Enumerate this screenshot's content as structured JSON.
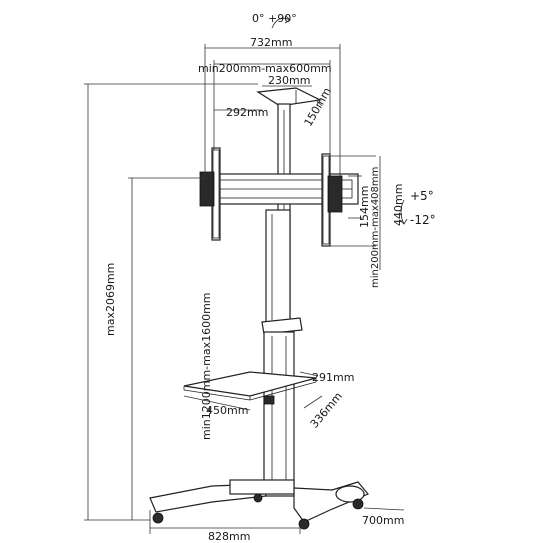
{
  "labels": {
    "swivel": "0°  +90°",
    "mount_width": "732mm",
    "vesa_horizontal": "min200mm-max600mm",
    "top_plate_width": "230mm",
    "top_plate_depth": "150mm",
    "top_plate_offset": "292mm",
    "bracket_arm": "154mm",
    "vesa_vertical": "min200mm-max408mm",
    "bracket_height": "440mm",
    "tilt_up": "+5°",
    "tilt_down": "-12°",
    "max_height": "max2069mm",
    "height_range": "min1200mm-max1600mm",
    "shelf_width": "450mm",
    "shelf_depth_a": "291mm",
    "shelf_depth_b": "336mm",
    "base_width": "828mm",
    "base_depth": "700mm"
  }
}
